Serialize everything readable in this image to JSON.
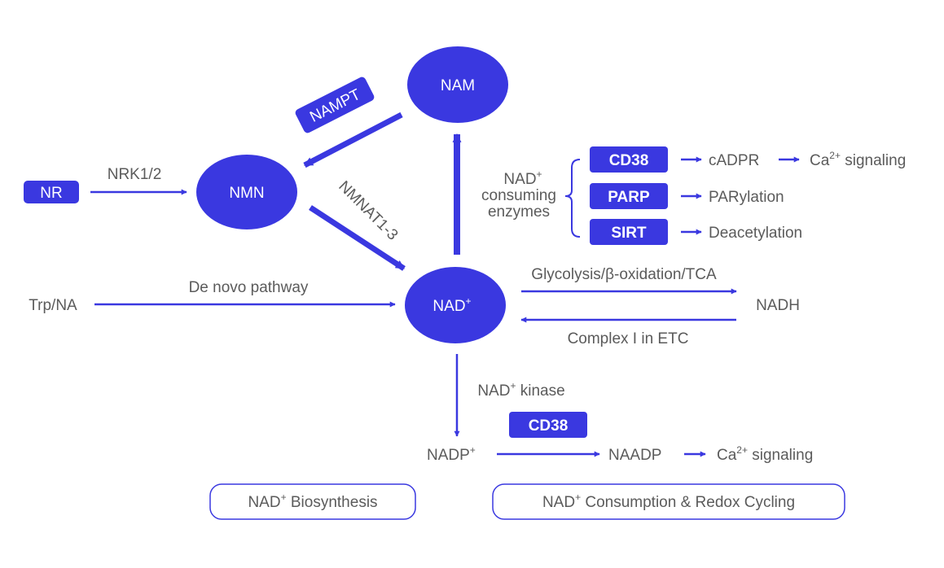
{
  "colors": {
    "primary": "#3a38e0",
    "text": "#5b5b5b",
    "background": "#ffffff"
  },
  "nodes": {
    "nam": "NAM",
    "nmn": "NMN",
    "nad_base": "NAD",
    "nad_sup": "+",
    "nr": "NR",
    "trp_na": "Trp/NA",
    "nadh": "NADH",
    "nadp_base": "NADP",
    "nadp_sup": "+",
    "naadp": "NAADP"
  },
  "enzymes": {
    "nampt": "NAMPT",
    "nrk": "NRK1/2",
    "nmnat": "NMNAT1-3",
    "de_novo": "De novo pathway",
    "glycolysis": "Glycolysis/β-oxidation/TCA",
    "complex1": "Complex I in ETC",
    "kinase_pre": "NAD",
    "kinase_sup": "+",
    "kinase_post": " kinase"
  },
  "consuming": {
    "label_line1_base": "NAD",
    "label_line1_sup": "+",
    "label_line2": "consuming",
    "label_line3": "enzymes",
    "cd38": "CD38",
    "cadpr": "cADPR",
    "ca_base": "Ca",
    "ca_sup": "2+",
    "ca_post": " signaling",
    "parp": "PARP",
    "parylation": "PARylation",
    "sirt": "SIRT",
    "deacetylation": "Deacetylation"
  },
  "bottom": {
    "cd38": "CD38",
    "ca_base": "Ca",
    "ca_sup": "2+",
    "ca_post": " signaling"
  },
  "legend": {
    "biosynthesis_pre": "NAD",
    "biosynthesis_sup": "+",
    "biosynthesis_post": " Biosynthesis",
    "consumption_pre": "NAD",
    "consumption_sup": "+",
    "consumption_post": " Consumption & Redox Cycling"
  }
}
